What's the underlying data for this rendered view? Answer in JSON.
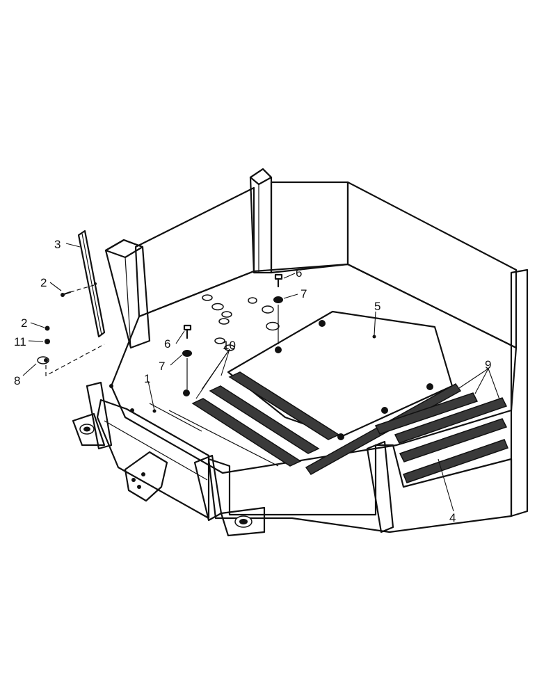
{
  "diagram": {
    "callouts": [
      {
        "id": "c3",
        "label": "3"
      },
      {
        "id": "c2a",
        "label": "2"
      },
      {
        "id": "c2b",
        "label": "2"
      },
      {
        "id": "c11",
        "label": "11"
      },
      {
        "id": "c8",
        "label": "8"
      },
      {
        "id": "c6a",
        "label": "6"
      },
      {
        "id": "c7a",
        "label": "7"
      },
      {
        "id": "c5",
        "label": "5"
      },
      {
        "id": "c6b",
        "label": "6"
      },
      {
        "id": "c7b",
        "label": "7"
      },
      {
        "id": "c10",
        "label": "10"
      },
      {
        "id": "c1",
        "label": "1"
      },
      {
        "id": "c9",
        "label": "9"
      },
      {
        "id": "c4",
        "label": "4"
      }
    ]
  }
}
